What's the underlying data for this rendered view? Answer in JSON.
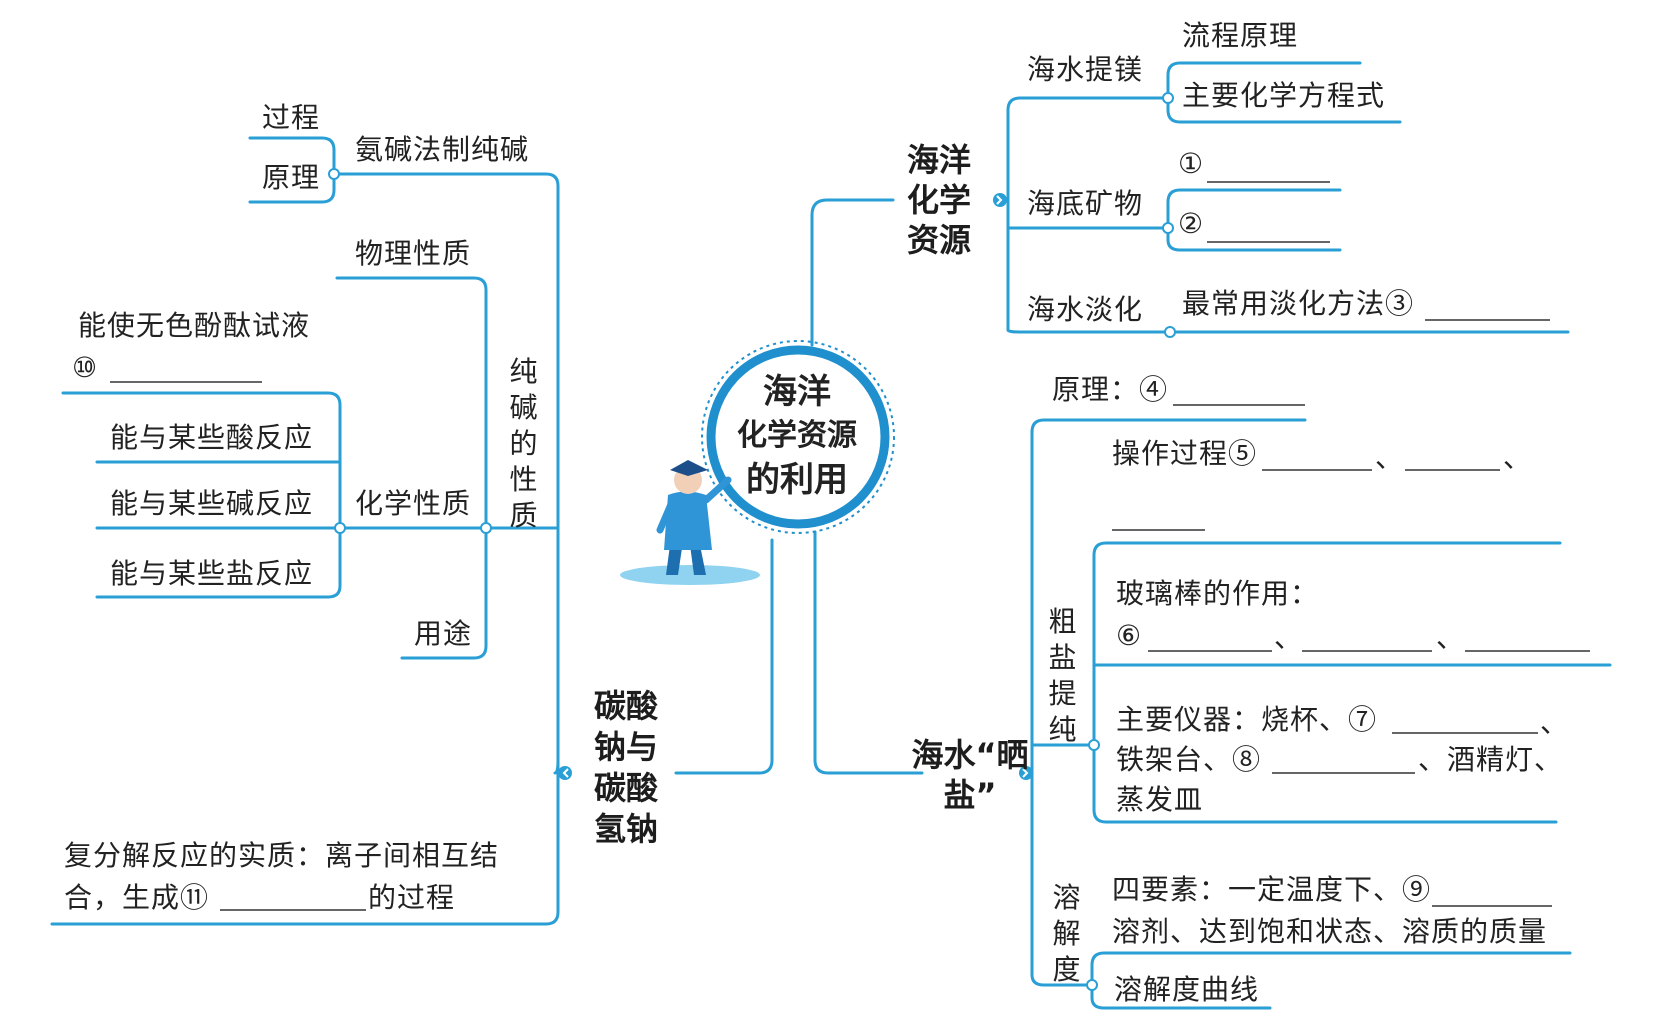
{
  "center": {
    "line1": "海洋",
    "line2": "化学资源",
    "line3": "的利用"
  },
  "right_top": {
    "title": "海洋化学资源",
    "mg": {
      "label": "海水提镁",
      "items": [
        "流程原理",
        "主要化学方程式"
      ]
    },
    "mineral": {
      "label": "海底矿物",
      "items": [
        "①",
        "②"
      ]
    },
    "desal": {
      "label": "海水淡化",
      "item": "最常用淡化方法③"
    }
  },
  "right_bottom": {
    "title": "海水“晒盐”",
    "principle": "原理：④",
    "crude_label": "粗盐提纯",
    "operation": "操作过程⑤",
    "glass_rod_1": "玻璃棒的作用：",
    "glass_rod_2": "⑥",
    "instruments_1": "主要仪器：烧杯、⑦",
    "instruments_2": "铁架台、⑧",
    "instruments_2b": "、酒精灯、",
    "instruments_3": "蒸发皿",
    "solubility_label": "溶解度",
    "four_elements_1": "四要素：一定温度下、⑨",
    "four_elements_2": "溶剂、达到饱和状态、溶质的质量",
    "curve": "溶解度曲线"
  },
  "left": {
    "title": "碳酸钠与碳酸氢钠",
    "ammonia": {
      "label": "氨碱法制纯碱",
      "items": [
        "过程",
        "原理"
      ]
    },
    "soda_label": "纯碱的性质",
    "physical": "物理性质",
    "chemical": "化学性质",
    "phenol_1": "能使无色酚酞试液",
    "phenol_2": "⑩",
    "acid": "能与某些酸反应",
    "base": "能与某些碱反应",
    "salt": "能与某些盐反应",
    "use": "用途",
    "essence_1": "复分解反应的实质：离子间相互结",
    "essence_2": "合，生成⑪",
    "essence_3": "的过程"
  },
  "colors": {
    "line": "#2a9fd6",
    "ring": "#1f8fce",
    "text": "#222222"
  }
}
